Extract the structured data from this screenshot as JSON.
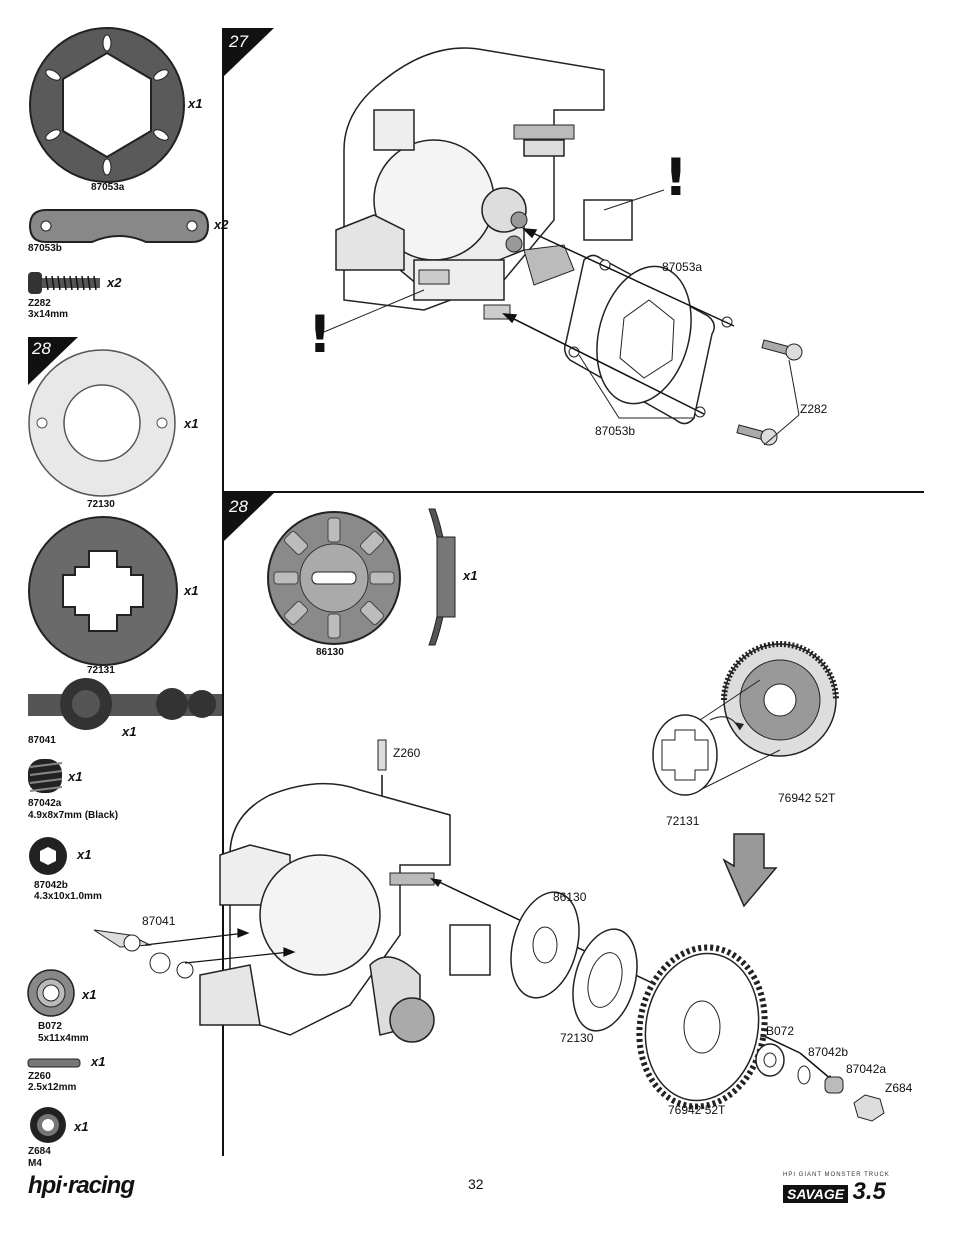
{
  "page_number": "32",
  "brand_logo": "hpi·racing",
  "product_logo": {
    "small": "HPI GIANT MONSTER TRUCK",
    "name": "SAVAGE",
    "version": "3.5"
  },
  "sidebar": {
    "step27_parts": [
      {
        "part": "87053a",
        "qty": "x1"
      },
      {
        "part": "87053b",
        "qty": "x2"
      },
      {
        "part": "Z282",
        "spec": "3x14mm",
        "qty": "x2"
      }
    ],
    "step28_parts": [
      {
        "part": "72130",
        "qty": "x1"
      },
      {
        "part": "72131",
        "qty": "x1"
      },
      {
        "part": "87041",
        "qty": "x1"
      },
      {
        "part": "87042a",
        "spec": "4.9x8x7mm (Black)",
        "qty": "x1"
      },
      {
        "part": "87042b",
        "spec": "4.3x10x1.0mm",
        "qty": "x1"
      },
      {
        "part": "B072",
        "spec": "5x11x4mm",
        "qty": "x1"
      },
      {
        "part": "Z260",
        "spec": "2.5x12mm",
        "qty": "x1"
      },
      {
        "part": "Z684",
        "spec": "M4",
        "qty": "x1"
      }
    ]
  },
  "step27": {
    "number": "27",
    "warning_mark": "!",
    "callouts": {
      "gasket_a": "87053a",
      "plate_b": "87053b",
      "screw": "Z282"
    }
  },
  "step28": {
    "number": "28",
    "part_86130": {
      "part": "86130",
      "qty": "x1"
    },
    "callouts": {
      "pin": "Z260",
      "gear_sub": "76942 52T",
      "slipper": "72131",
      "diff_cam": "87041",
      "plate": "86130",
      "pad": "72130",
      "gear": "76942 52T",
      "bearing": "B072",
      "washer": "87042b",
      "spring": "87042a",
      "nut": "Z684"
    }
  }
}
